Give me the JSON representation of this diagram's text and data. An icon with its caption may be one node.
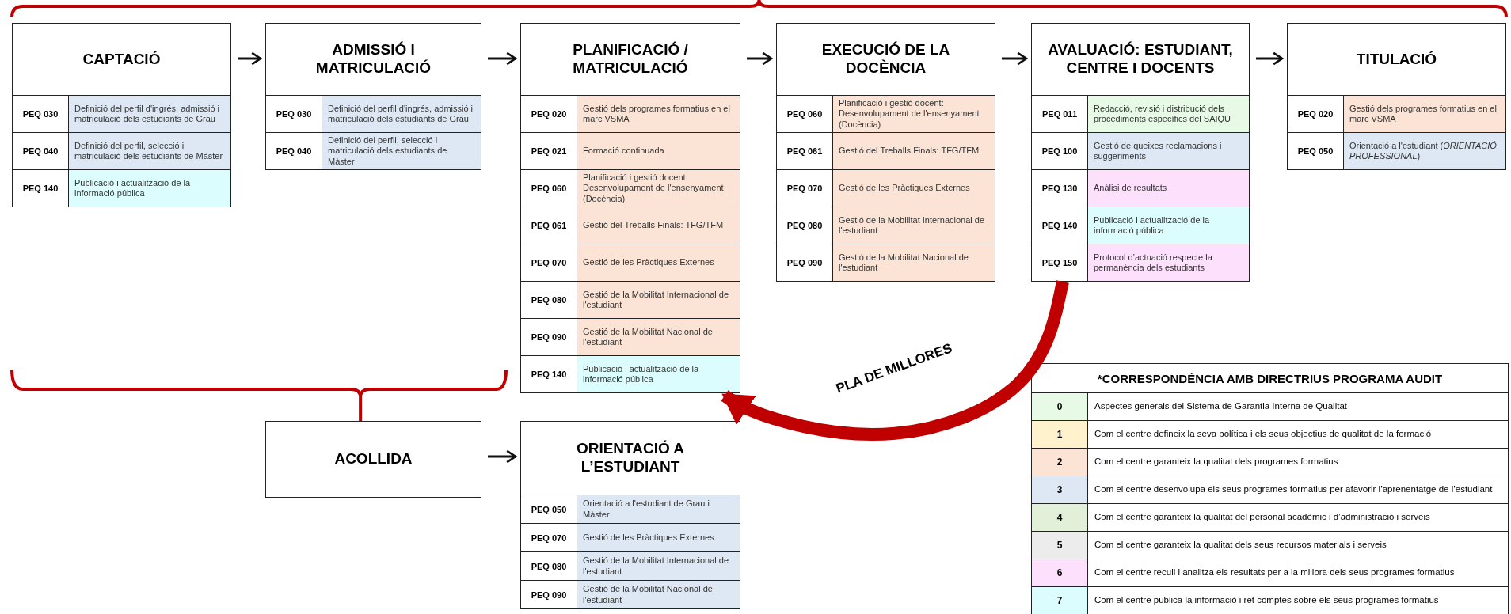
{
  "diagram": {
    "nodes": [
      {
        "text": [
          "CAPTACIÓ"
        ]
      },
      {
        "text": [
          "PEQ 030",
          "Definició del perfil d'ingrés, admissió i matriculació dels estudiants de Grau"
        ],
        "in": 0
      },
      {
        "text": [
          "PEQ 040",
          "Definició del perfil, selecció i matriculació dels estudiants de Màster"
        ],
        "in": 0
      },
      {
        "text": [
          "PEQ 140",
          "Publicació i actualització de la informació pública"
        ],
        "in": 0
      },
      {
        "text": [
          "ADMISSIÓ I MATRICULACIÓ"
        ]
      },
      {
        "text": [
          "PEQ 030",
          "Definició del perfil d'ingrés, admissió i matriculació dels estudiants de Grau"
        ],
        "in": 4
      },
      {
        "text": [
          "PEQ 040",
          "Definició del perfil, selecció i matriculació dels estudiants de Màster"
        ],
        "in": 4
      },
      {
        "text": [
          "PLANIFICACIÓ / MATRICULACIÓ"
        ]
      },
      {
        "text": [
          "PEQ 020",
          "Gestió dels programes formatius en el marc VSMA"
        ],
        "in": 7
      },
      {
        "text": [
          "PEQ 021",
          "Formació continuada"
        ],
        "in": 7
      },
      {
        "text": [
          "PEQ 060",
          "Planificació i gestió docent: Desenvolupament de l'ensenyament (Docència)"
        ],
        "in": 7
      },
      {
        "text": [
          "PEQ 061",
          "Gestió del Treballs Finals: TFG/TFM"
        ],
        "in": 7
      },
      {
        "text": [
          "PEQ 070",
          "Gestió de les Pràctiques Externes"
        ],
        "in": 7
      },
      {
        "text": [
          "PEQ 080",
          "Gestió de la Mobilitat Internacional de l'estudiant"
        ],
        "in": 7
      },
      {
        "text": [
          "PEQ 090",
          "Gestió de la Mobilitat Nacional de l'estudiant"
        ],
        "in": 7
      },
      {
        "text": [
          "PEQ 140",
          "Publicació i actualització de la informació pública"
        ],
        "in": 7
      },
      {
        "text": [
          "EXECUCIÓ DE LA DOCÈNCIA"
        ]
      },
      {
        "text": [
          "PEQ 060",
          "Planificació i gestió docent: Desenvolupament de l'ensenyament (Docència)"
        ],
        "in": 16
      },
      {
        "text": [
          "PEQ 061",
          "Gestió del Treballs Finals: TFG/TFM"
        ],
        "in": 16
      },
      {
        "text": [
          "PEQ 070",
          "Gestió de les Pràctiques Externes"
        ],
        "in": 16
      },
      {
        "text": [
          "PEQ 080",
          "Gestió de la Mobilitat Internacional de l'estudiant"
        ],
        "in": 16
      },
      {
        "text": [
          "PEQ 090",
          "Gestió de la Mobilitat Nacional de l'estudiant"
        ],
        "in": 16
      },
      {
        "text": [
          "AVALUACIÓ: ESTUDIANT, CENTRE I DOCENTS"
        ]
      },
      {
        "text": [
          "PEQ 011",
          "Redacció, revisió i distribució dels procediments específics del SAIQU"
        ],
        "in": 22
      },
      {
        "text": [
          "PEQ 100",
          "Gestió de queixes reclamacions i suggeriments"
        ],
        "in": 22
      },
      {
        "text": [
          "PEQ 130",
          "Anàlisi de resultats"
        ],
        "in": 22
      },
      {
        "text": [
          "PEQ 140",
          "Publicació i actualització de la informació pública"
        ],
        "in": 22
      },
      {
        "text": [
          "PEQ 150",
          "Protocol d’actuació respecte la permanència dels estudiants"
        ],
        "in": 22
      },
      {
        "text": [
          "TITULACIÓ"
        ]
      },
      {
        "text": [
          "PEQ 020",
          "Gestió dels programes formatius en el marc VSMA"
        ],
        "in": 28
      },
      {
        "text": [
          "PEQ 050",
          "Orientació a l'estudiant (*ORIENTACIÓ PROFESSIONAL*)"
        ],
        "in": 28
      },
      {
        "text": [
          "ACOLLIDA"
        ]
      },
      {
        "text": [
          "ORIENTACIÓ A L’ESTUDIANT"
        ]
      },
      {
        "text": [
          "PEQ 050",
          "Orientació a l'estudiant de Grau i Màster"
        ],
        "in": 32
      },
      {
        "text": [
          "PEQ 070",
          "Gestió de les Pràctiques Externes"
        ],
        "in": 32
      },
      {
        "text": [
          "PEQ 080",
          "Gestió de la Mobilitat Internacional de l'estudiant"
        ],
        "in": 32
      },
      {
        "text": [
          "PEQ 090",
          "Gestió de la Mobilitat Nacional de l'estudiant"
        ],
        "in": 32
      }
    ],
    "edges": [
      {
        "from": 0,
        "to": 4,
        "arrow": "to"
      },
      {
        "from": 4,
        "to": 7,
        "arrow": "to"
      },
      {
        "from": 7,
        "to": 16,
        "arrow": "to"
      },
      {
        "from": 16,
        "to": 22,
        "arrow": "to"
      },
      {
        "from": 22,
        "to": 28,
        "arrow": "to"
      },
      {
        "from": 22,
        "to": 7,
        "arrow": "to",
        "label": "PLA DE MILLORES",
        "style": "thick",
        "color": "#c00000"
      },
      {
        "from": 31,
        "to": 32,
        "arrow": "to"
      }
    ],
    "labels": [
      "*CORRESPONDÈNCIA AMB DIRECTRIUS PROGRAMA AUDIT",
      "0",
      "1",
      "2",
      "3",
      "4",
      "5",
      "6",
      "7"
    ],
    "legend": [
      {
        "text": "Aspectes generals del Sistema de Garantia Interna de Qualitat",
        "color": "#e6fae6"
      },
      {
        "text": "Com el centre defineix la seva política i els seus objectius de qualitat de la formació",
        "color": "#fff2cc"
      },
      {
        "text": "Com el centre garanteix la qualitat dels programes formatius",
        "color": "#fbe4d5"
      },
      {
        "text": "Com el centre desenvolupa els seus programes formatius per afavorir l’aprenentatge de l’estudiant",
        "color": "#dde8f4"
      },
      {
        "text": "Com el centre garanteix la qualitat del personal acadèmic i d’administració i serveis",
        "color": "#e2efd9"
      },
      {
        "text": "Com el centre garanteix la qualitat dels seus recursos materials i serveis",
        "color": "#ececec"
      },
      {
        "text": "Com el centre recull i analitza els resultats per a la millora dels seus programes formatius",
        "color": "#fde0fc"
      },
      {
        "text": "Com el centre publica la informació i ret comptes sobre els seus programes formatius",
        "color": "#dcfdfd"
      }
    ]
  }
}
